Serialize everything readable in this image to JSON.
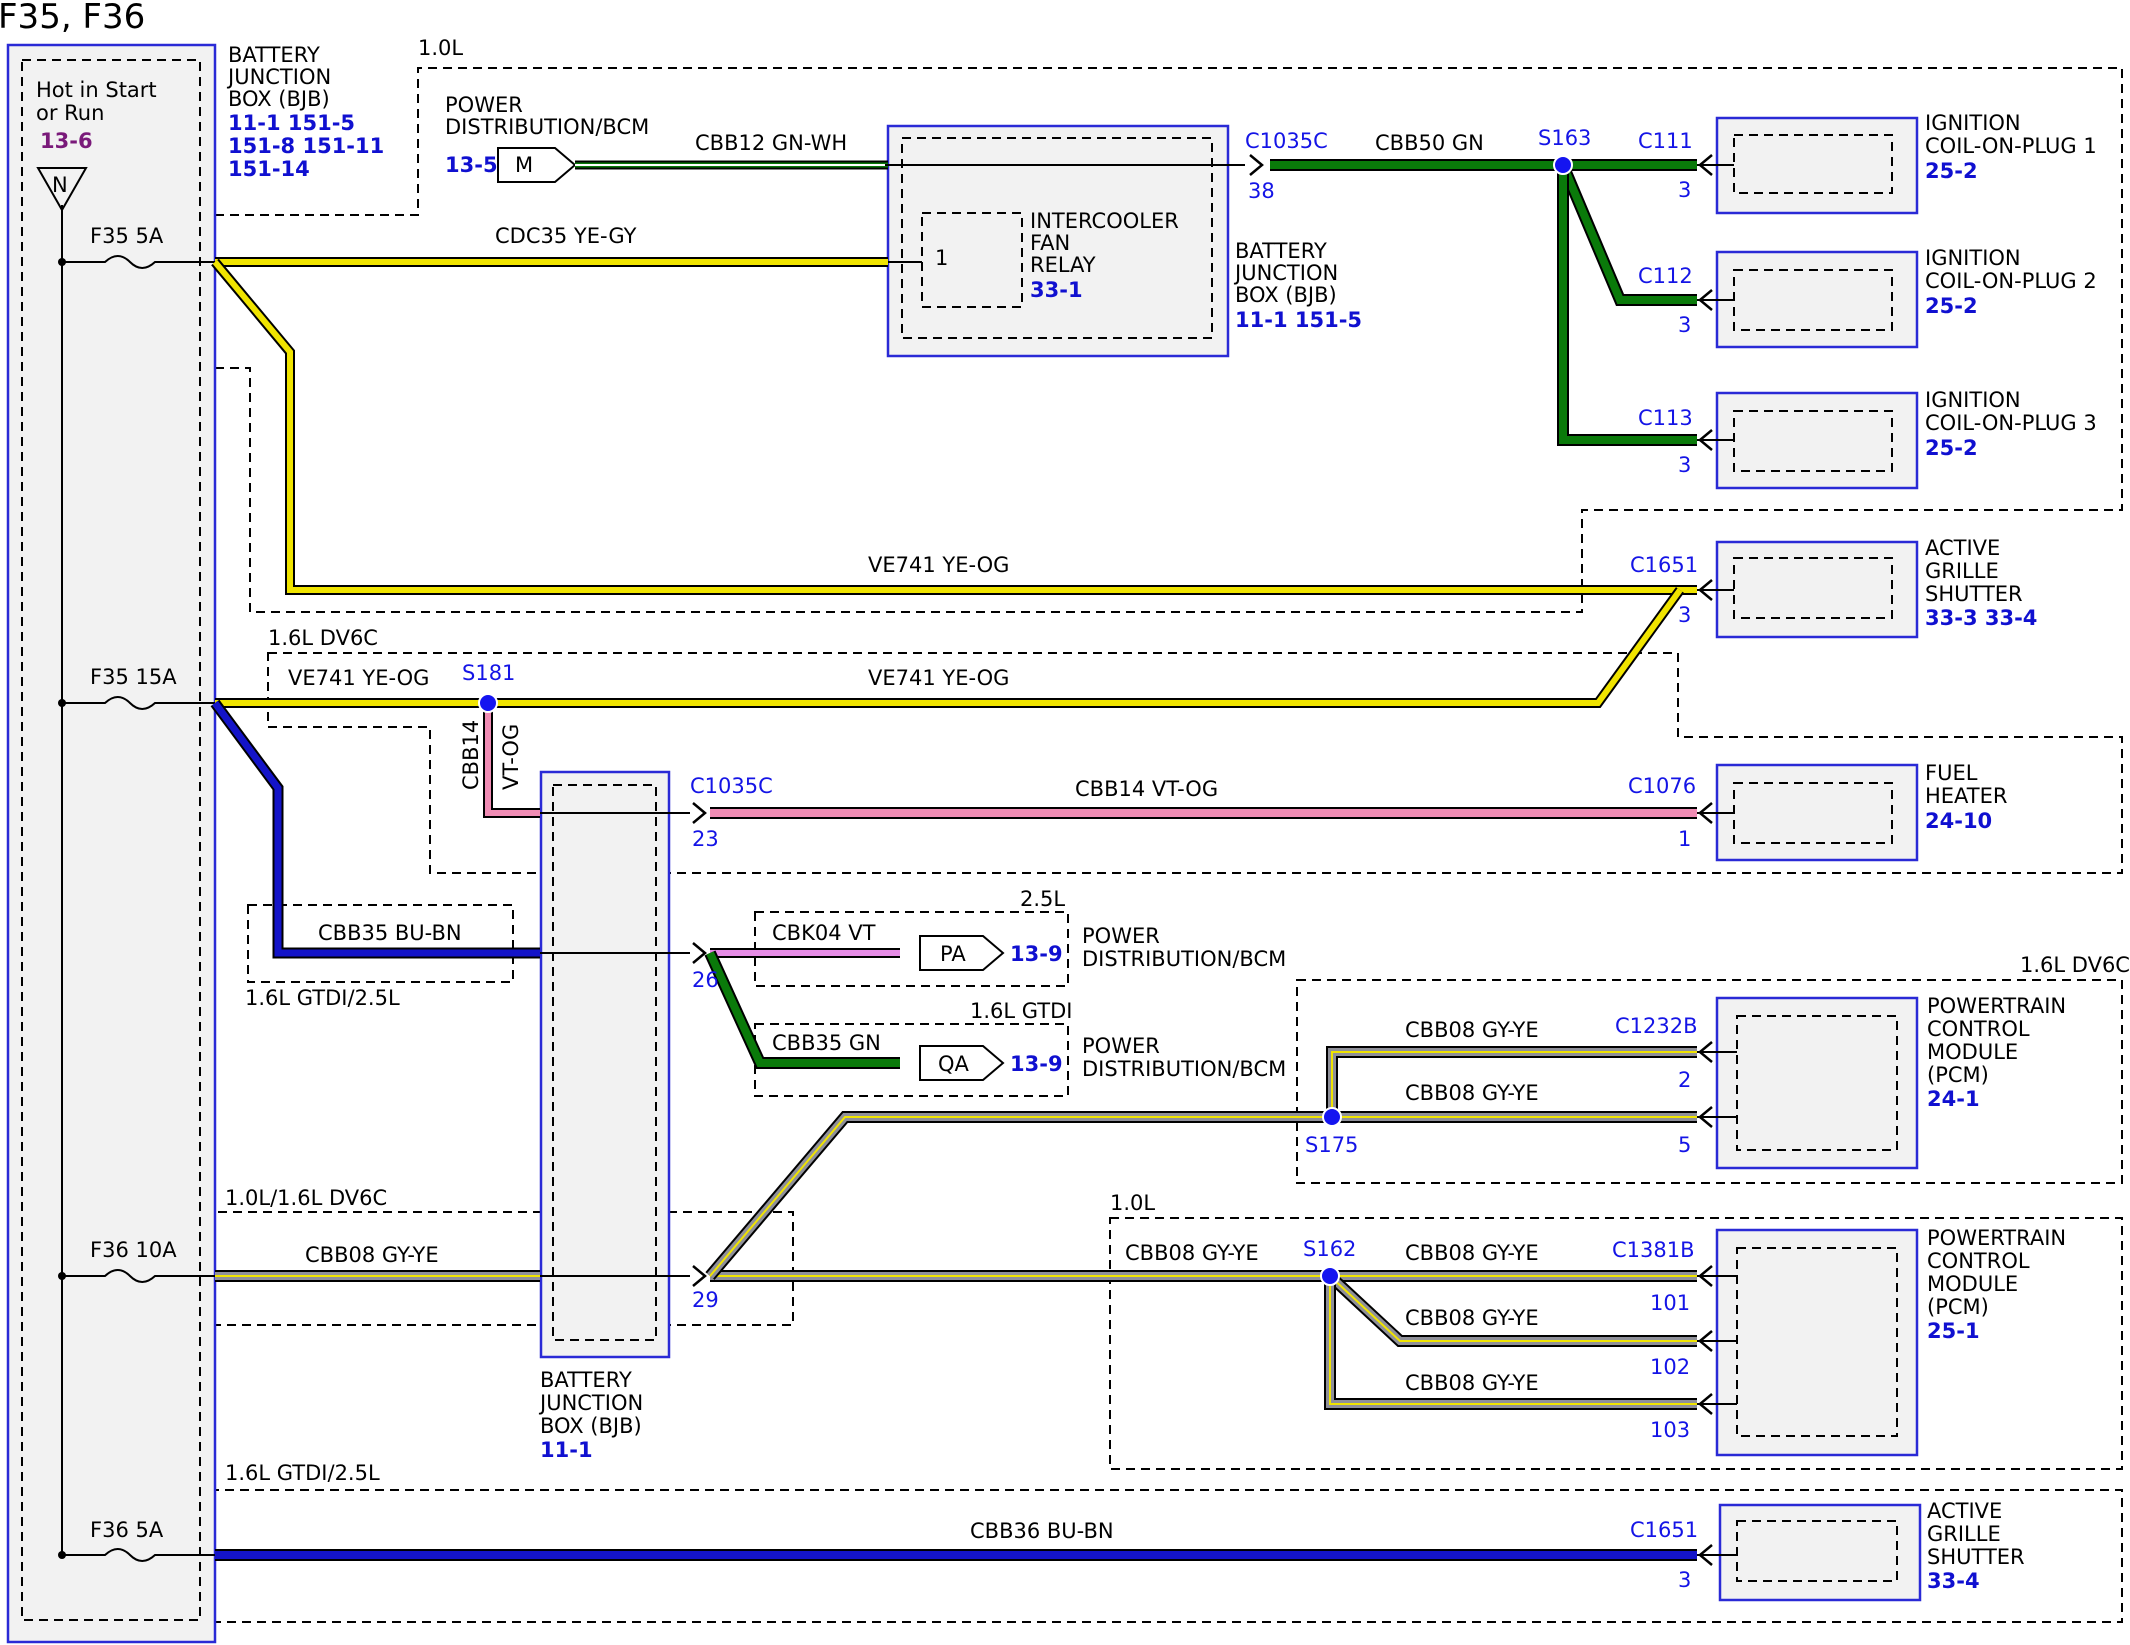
{
  "title": "F35, F36",
  "colors": {
    "yellow": "#f0e400",
    "green": "#0a7a0a",
    "blue": "#1414c8",
    "pink": "#f08cb4",
    "violet": "#e68ce6",
    "gray": "#8f9099",
    "ref_blue": "#1010d0",
    "splice": "#1414f0"
  },
  "bjb_left": {
    "label": [
      "BATTERY",
      "JUNCTION",
      "BOX (BJB)"
    ],
    "refs": [
      "11-1 151-5",
      "151-8 151-11",
      "151-14"
    ],
    "hot_label": [
      "Hot in Start",
      "or Run"
    ],
    "hot_ref": "13-6",
    "ground_letter": "N"
  },
  "fuses": {
    "f35_5a": "F35 5A",
    "f35_15a": "F35 15A",
    "f36_10a": "F36 10A",
    "f36_5a": "F36 5A"
  },
  "variants": {
    "v1_0l_top": "1.0L",
    "v16_dv6c_a": "1.6L DV6C",
    "v16_gtdi_25_a": "1.6L GTDI/2.5L",
    "v25": "2.5L",
    "v16_gtdi": "1.6L GTDI",
    "v16_dv6c_pcm": "1.6L DV6C",
    "v10_16_dv6c": "1.0L/1.6L DV6C",
    "v10_pcm": "1.0L",
    "v16_gtdi_25_b": "1.6L GTDI/2.5L"
  },
  "wires": {
    "cbb12": "CBB12 GN-WH",
    "cdc35": "CDC35 YE-GY",
    "cbb50": "CBB50 GN",
    "ve741_a": "VE741 YE-OG",
    "ve741_b": "VE741 YE-OG",
    "ve741_c": "VE741 YE-OG",
    "cbb14_v1": "CBB14",
    "cbb14_v2": "VT-OG",
    "cbb14": "CBB14 VT-OG",
    "cbb35_bu": "CBB35 BU-BN",
    "cbk04": "CBK04 VT",
    "cbb35_gn": "CBB35 GN",
    "cbb08_a": "CBB08 GY-YE",
    "cbb08_b": "CBB08 GY-YE",
    "cbb08_c": "CBB08 GY-YE",
    "cbb08_d": "CBB08 GY-YE",
    "cbb08_e": "CBB08 GY-YE",
    "cbb08_f": "CBB08 GY-YE",
    "cbb08_g": "CBB08 GY-YE",
    "cbb36": "CBB36 BU-BN"
  },
  "connectors": {
    "c1035c_top": "C1035C",
    "pin38": "38",
    "s163": "S163",
    "c111": "C111",
    "c112": "C112",
    "c113": "C113",
    "pin3_a": "3",
    "pin3_b": "3",
    "pin3_c": "3",
    "c1651_a": "C1651",
    "pin3_d": "3",
    "s181": "S181",
    "c1035c_mid": "C1035C",
    "pin23": "23",
    "c1076": "C1076",
    "pin1": "1",
    "pin26": "26",
    "c1232b": "C1232B",
    "pin2": "2",
    "pin5": "5",
    "s175": "S175",
    "pin29": "29",
    "s162": "S162",
    "c1381b": "C1381B",
    "pin101": "101",
    "pin102": "102",
    "pin103": "103",
    "c1651_b": "C1651",
    "pin3_e": "3",
    "relay_pin": "1"
  },
  "components": {
    "pd_top_label": [
      "POWER",
      "DISTRIBUTION/BCM"
    ],
    "pd_top_ref": "13-5",
    "pd_top_letter": "M",
    "relay_label": [
      "INTERCOOLER",
      "FAN",
      "RELAY"
    ],
    "relay_ref": "33-1",
    "bjb_mid_label": [
      "BATTERY",
      "JUNCTION",
      "BOX (BJB)"
    ],
    "bjb_mid_refs": "11-1 151-5",
    "coil1_label": [
      "IGNITION",
      "COIL-ON-PLUG 1"
    ],
    "coil1_ref": "25-2",
    "coil2_label": [
      "IGNITION",
      "COIL-ON-PLUG 2"
    ],
    "coil2_ref": "25-2",
    "coil3_label": [
      "IGNITION",
      "COIL-ON-PLUG 3"
    ],
    "coil3_ref": "25-2",
    "grille1_label": [
      "ACTIVE",
      "GRILLE",
      "SHUTTER"
    ],
    "grille1_ref": "33-3 33-4",
    "heater_label": [
      "FUEL",
      "HEATER"
    ],
    "heater_ref": "24-10",
    "pa_letter": "PA",
    "pa_ref": "13-9",
    "pa_label": [
      "POWER",
      "DISTRIBUTION/BCM"
    ],
    "qa_letter": "QA",
    "qa_ref": "13-9",
    "qa_label": [
      "POWER",
      "DISTRIBUTION/BCM"
    ],
    "pcm1_label": [
      "POWERTRAIN",
      "CONTROL",
      "MODULE",
      "(PCM)"
    ],
    "pcm1_ref": "24-1",
    "pcm2_label": [
      "POWERTRAIN",
      "CONTROL",
      "MODULE",
      "(PCM)"
    ],
    "pcm2_ref": "25-1",
    "bjb_bottom_label": [
      "BATTERY",
      "JUNCTION",
      "BOX (BJB)"
    ],
    "bjb_bottom_ref": "11-1",
    "grille2_label": [
      "ACTIVE",
      "GRILLE",
      "SHUTTER"
    ],
    "grille2_ref": "33-4"
  }
}
